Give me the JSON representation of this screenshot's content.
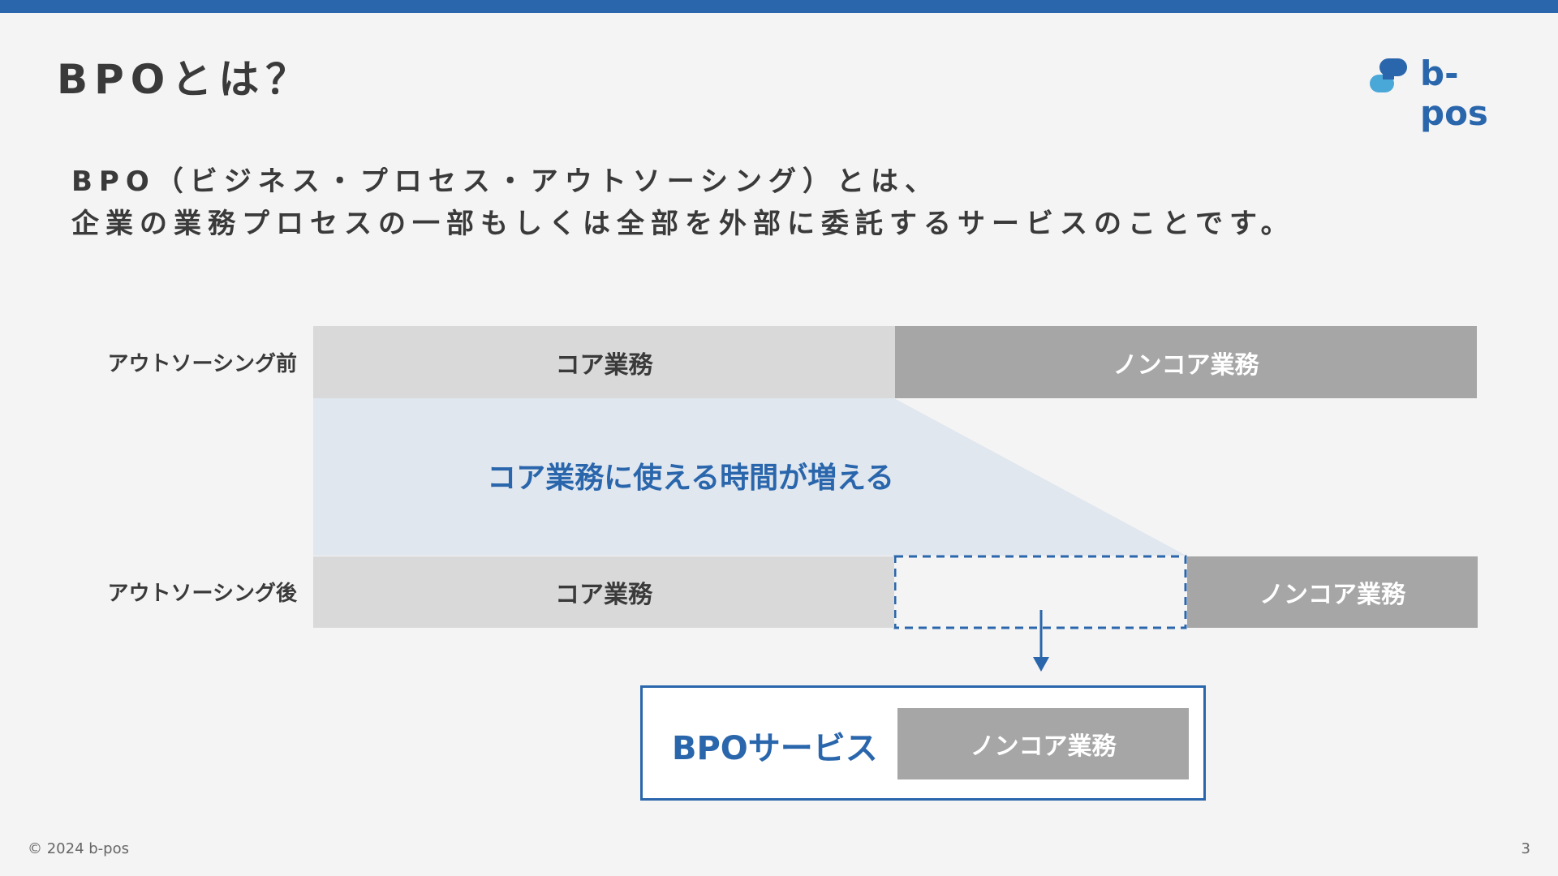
{
  "title": "BPOとは？",
  "logo": {
    "text": "b-pos"
  },
  "intro": {
    "line1": "BPO（ビジネス・プロセス・アウトソーシング）とは、",
    "line2": "企業の業務プロセスの一部もしくは全部を外部に委託するサービスのことです。"
  },
  "diagram": {
    "before": {
      "label": "アウトソーシング前",
      "core": "コア業務",
      "noncore": "ノンコア業務"
    },
    "gain_text": "コア業務に使える時間が増える",
    "after": {
      "label": "アウトソーシング後",
      "core": "コア業務",
      "noncore": "ノンコア業務"
    },
    "bpo": {
      "label": "BPOサービス",
      "noncore": "ノンコア業務"
    }
  },
  "footer": {
    "copyright": "© 2024 b-pos",
    "page_number": "3"
  },
  "colors": {
    "accent": "#2a66ac",
    "core_bar": "#d9d9d9",
    "noncore_bar": "#a6a6a6",
    "gain_area": "#e1e7ef",
    "background": "#f4f4f4"
  }
}
